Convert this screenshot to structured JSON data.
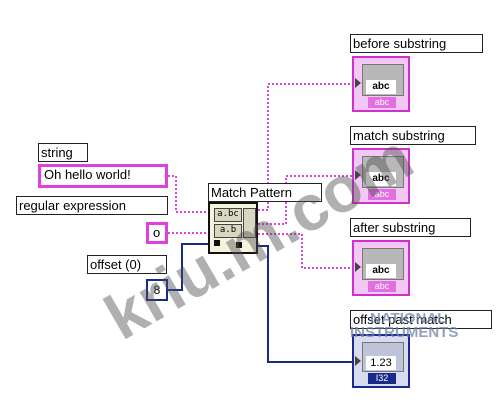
{
  "inputs": {
    "string": {
      "label": "string",
      "value": "Oh hello world!"
    },
    "regular_expression": {
      "label": "regular expression",
      "value": "o"
    },
    "offset": {
      "label": "offset (0)",
      "value": "8"
    }
  },
  "function_node": {
    "label": "Match Pattern",
    "icon_text_top": "a.bc",
    "icon_text_mid": "a.b"
  },
  "outputs": {
    "before_substring": {
      "label": "before substring",
      "value": "abc",
      "type_tag": "abc"
    },
    "match_substring": {
      "label": "match substring",
      "value": "abc",
      "type_tag": "abc"
    },
    "after_substring": {
      "label": "after substring",
      "value": "abc",
      "type_tag": "abc"
    },
    "offset_past_match": {
      "label": "offset past match",
      "value": "1.23",
      "type_tag": "I32"
    }
  },
  "watermark": {
    "text": "kriu.m.com"
  },
  "logo": {
    "line1": "NATIONAL",
    "line2": "INSTRUMENTS"
  },
  "colors": {
    "string_wire": "#e040e0",
    "numeric_wire": "#1a2a8a"
  }
}
